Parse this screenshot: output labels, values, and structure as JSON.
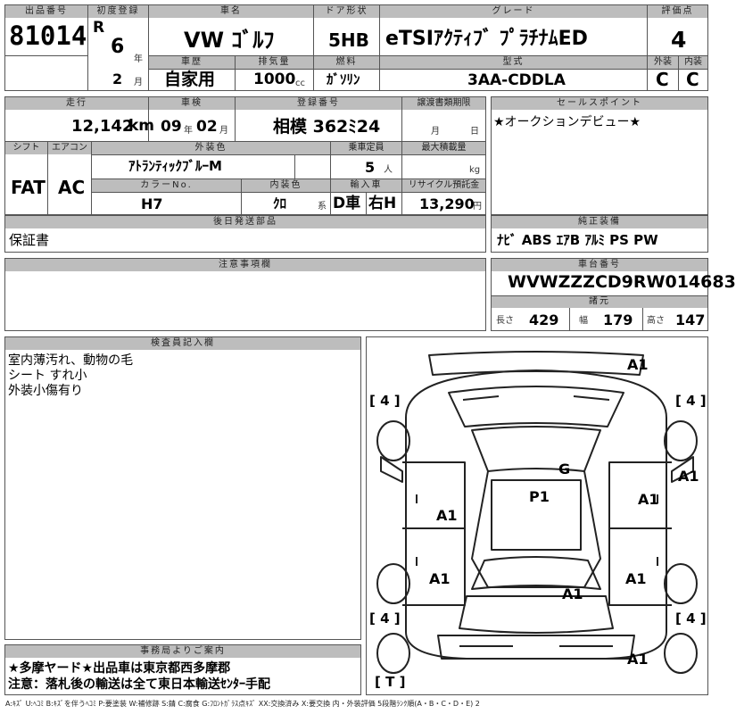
{
  "labels": {
    "lot_no": "出品番号",
    "first_reg": "初度登録",
    "make_model": "車名",
    "door": "ドア形状",
    "grade": "グレード",
    "score": "評価点",
    "history": "車歴",
    "displacement": "排気量",
    "fuel": "燃料",
    "model_code": "型式",
    "exterior": "外装",
    "interior": "内装",
    "mileage": "走行",
    "inspection": "車検",
    "plate": "登録番号",
    "transfer_deadline": "譲渡書類期限",
    "sales_point": "セールスポイント",
    "shift": "シフト",
    "aircon": "エアコン",
    "ext_color": "外装色",
    "capacity": "乗車定員",
    "max_load": "最大積載量",
    "color_no": "カラーNo.",
    "int_color": "内装色",
    "import": "輸入車",
    "recycle": "リサイクル預託金",
    "later_parts": "後日発送部品",
    "equipment": "純正装備",
    "notes": "注意事項欄",
    "vin": "車台番号",
    "specs": "諸元",
    "inspector": "検査員記入欄",
    "office": "事務局よりご案内"
  },
  "lot_no": "81014",
  "first_reg": {
    "era": "R",
    "year": "6",
    "year_unit": "年",
    "month": "2",
    "month_unit": "月"
  },
  "make_model": "VW ｺﾞﾙﾌ",
  "door": "5HB",
  "grade": "eTSIｱｸﾃｨﾌﾞ ﾌﾟﾗﾁﾅﾑED",
  "score": "4",
  "history": "自家用",
  "displacement": "1000",
  "displacement_unit": "cc",
  "fuel": "ｶﾞｿﾘﾝ",
  "model_code": "3AA-CDDLA",
  "exterior_grade": "C",
  "interior_grade": "C",
  "mileage": "12,142",
  "mileage_unit": "km",
  "inspection": {
    "year": "09",
    "year_unit": "年",
    "month": "02",
    "month_unit": "月"
  },
  "plate": "相模 362ﾐ24",
  "transfer_deadline": {
    "month_unit": "月",
    "day_unit": "日"
  },
  "sales_point": "★オークションデビュー★",
  "shift": "FAT",
  "aircon": "AC",
  "ext_color": "ｱﾄﾗﾝﾃｨｯｸﾌﾞﾙｰM",
  "capacity": "5",
  "capacity_unit": "人",
  "max_load_unit": "kg",
  "color_no": "H7",
  "int_color": "ｸﾛ",
  "int_color_unit": "系",
  "import_type": "D車",
  "steering": "右H",
  "recycle": "13,290",
  "recycle_unit": "円",
  "later_parts": "保証書",
  "equipment": "ﾅﾋﾞ ABS ｴｱB ｱﾙﾐ PS PW",
  "vin": "WVWZZZCD9RW014683",
  "specs": {
    "length_label": "長さ",
    "length": "429",
    "width_label": "幅",
    "width": "179",
    "height_label": "高さ",
    "height": "147"
  },
  "inspector_notes": [
    "室内薄汚れ、動物の毛",
    "シート すれ小",
    "外装小傷有り"
  ],
  "office_notes": [
    "★多摩ヤード★出品車は東京都西多摩郡",
    "注意：落札後の輸送は全て東日本輸送ｾﾝﾀｰ手配"
  ],
  "diagram": {
    "marks": {
      "front_bumper": "A1",
      "hood": "G",
      "roof": "P1",
      "left_front_door": "A1",
      "right_front_door": "A1",
      "right_front_fender": "A1",
      "left_rear_fender": "A1",
      "right_rear_fender": "A1",
      "trunk": "A1",
      "rear_bumper": "A1"
    },
    "tires": {
      "front_left": "4",
      "front_right": "4",
      "rear_left": "4",
      "rear_right": "4"
    },
    "tire_open": "[",
    "tire_close": "]",
    "tire_type": "T"
  },
  "legend": "A:ｷｽﾞ U:ﾍｺﾐ B:ｷｽﾞを伴うﾍｺﾐ P:要塗装 W:補修跡 S:錆 C:腐食 G:ﾌﾛﾝﾄｶﾞﾗｽ点ｷｽﾞ XX:交換済み X:要交換 内・外装評価 5段階ﾗﾝｸ順(A・B・C・D・E) 2",
  "colors": {
    "header_bg": "#bdbdbd",
    "border": "#555555",
    "diagram_line": "#222222"
  }
}
